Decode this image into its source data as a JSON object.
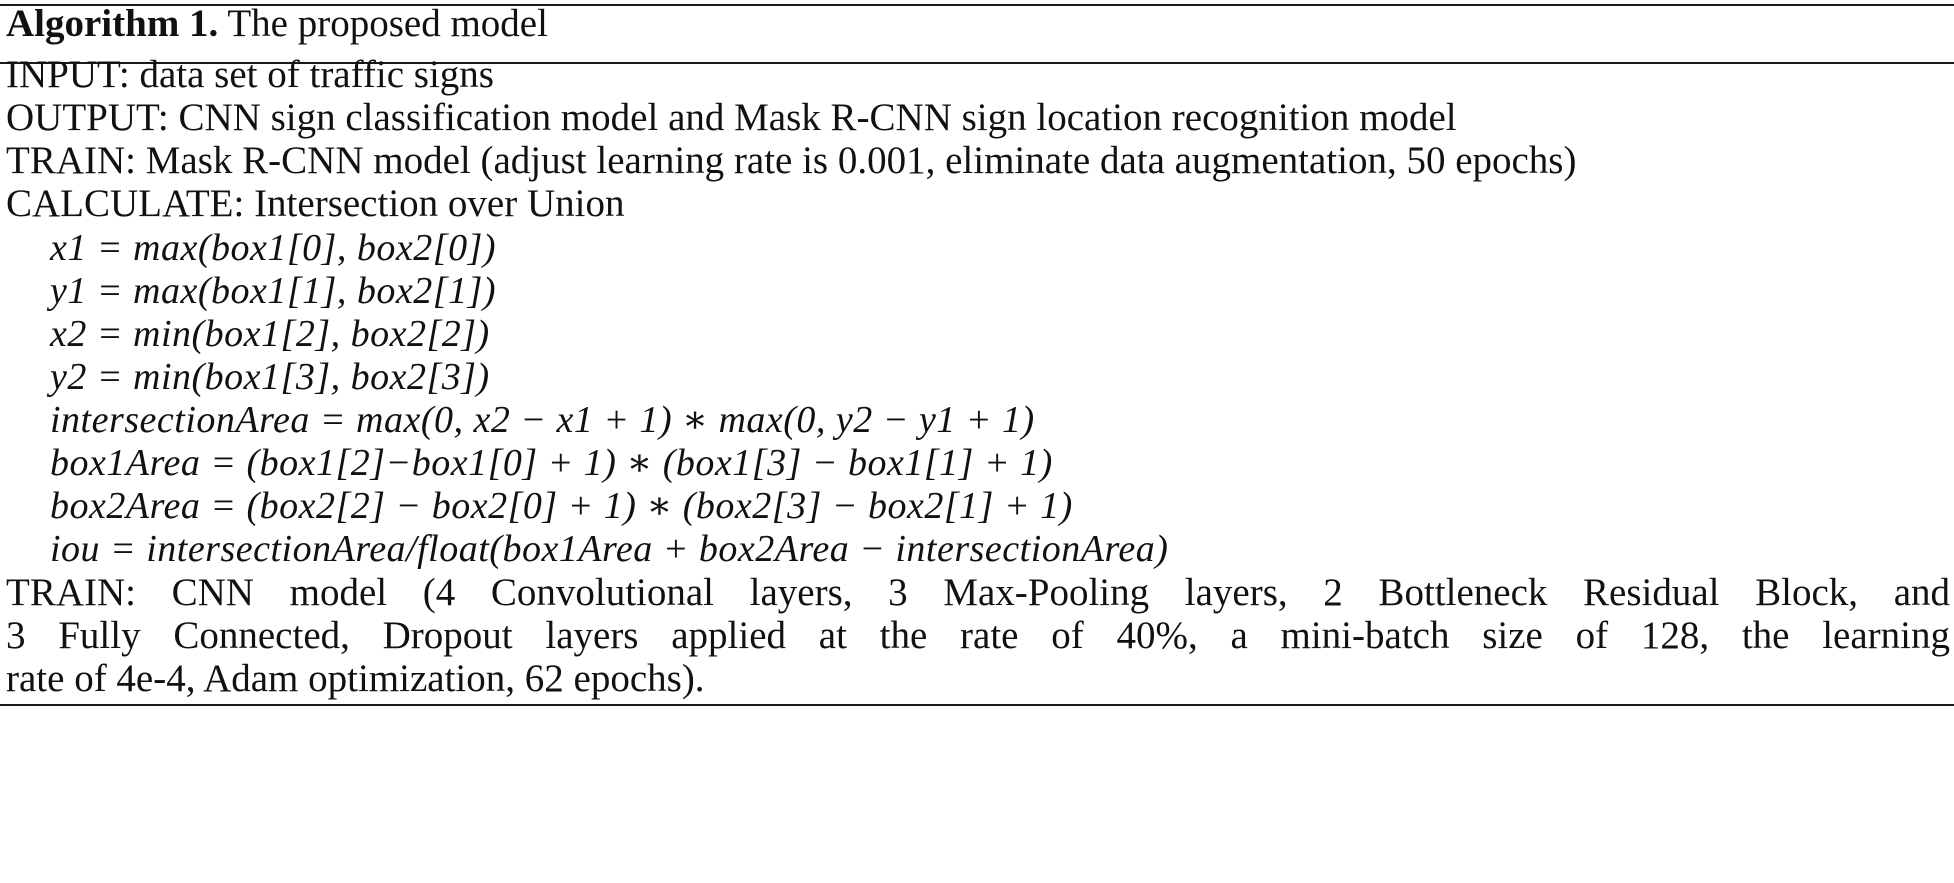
{
  "caption": {
    "label": "Algorithm 1.",
    "title": "The proposed model"
  },
  "steps": {
    "input": "INPUT: data set of traffic signs",
    "output": "OUTPUT: CNN sign classification model and Mask R-CNN sign location recognition model",
    "train_mask": "TRAIN: Mask R-CNN model (adjust learning rate is 0.001, eliminate data augmentation, 50 epochs)",
    "calculate": "CALCULATE: Intersection over Union"
  },
  "code": [
    "x1 = max(box1[0], box2[0])",
    "y1 = max(box1[1], box2[1])",
    "x2 = min(box1[2], box2[2])",
    "y2 = min(box1[3], box2[3])",
    "intersectionArea = max(0, x2 − x1 + 1) ∗ max(0, y2 − y1 + 1)",
    "box1Area = (box1[2]−box1[0] + 1) ∗ (box1[3] − box1[1] + 1)",
    "box2Area = (box2[2] − box2[0] + 1) ∗ (box2[3] − box2[1] + 1)",
    "iou = intersectionArea/float(box1Area + box2Area − intersectionArea)"
  ],
  "train_cnn": {
    "line1": "TRAIN: CNN model (4 Convolutional layers, 3 Max-Pooling layers, 2 Bottleneck Residual Block, and",
    "line2": "3 Fully Connected, Dropout layers applied at the rate of 40%, a mini-batch size of 128, the learning",
    "line3": "rate of 4e-4, Adam optimization, 62 epochs)."
  }
}
